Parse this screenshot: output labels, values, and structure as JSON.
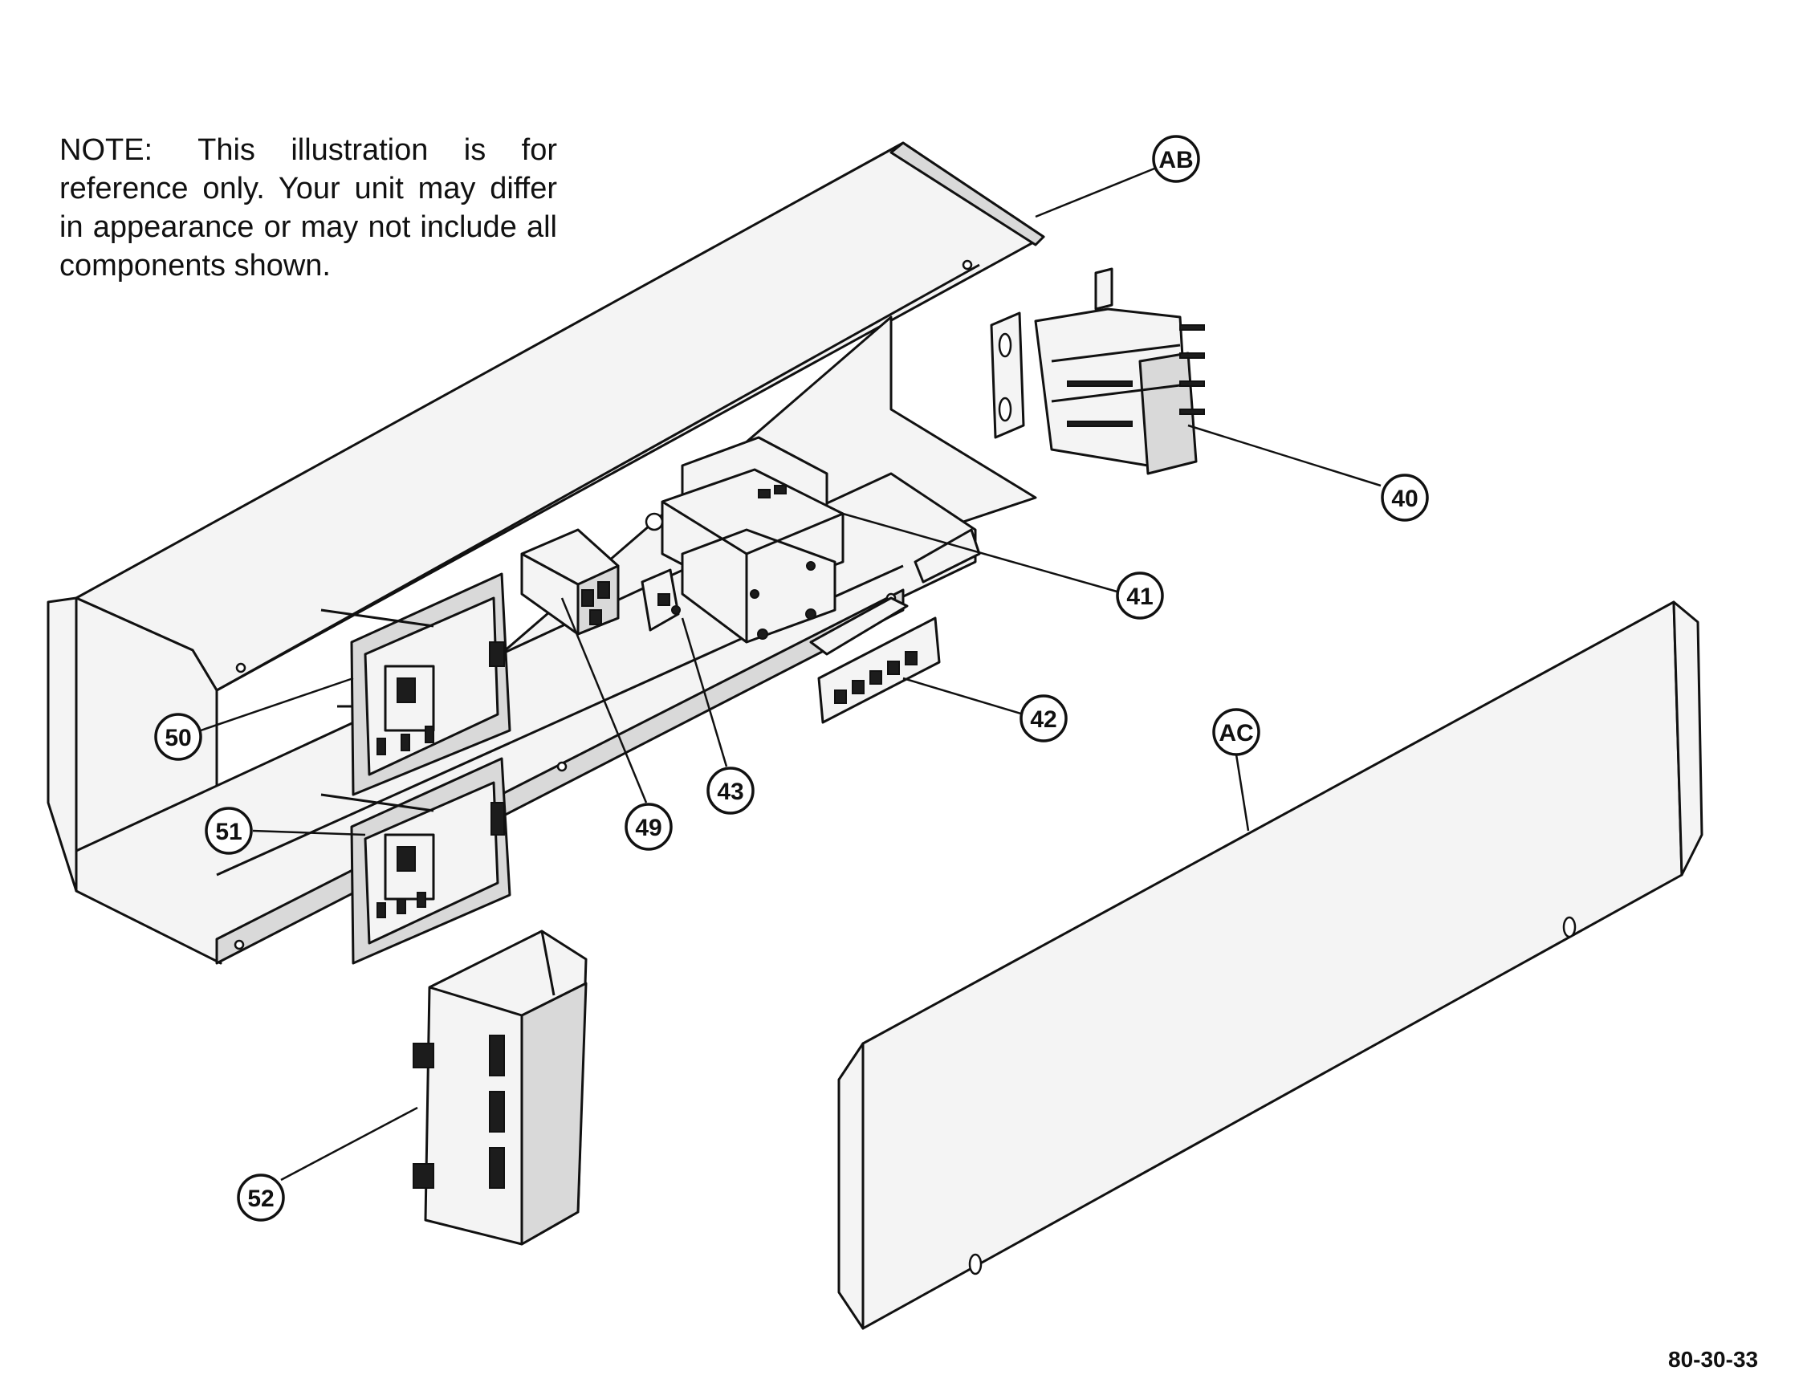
{
  "note": {
    "label": "NOTE:",
    "text": "This illustration is for reference only. Your unit may differ in appearance or may not include all components shown."
  },
  "callouts": {
    "AB": "AB",
    "AC": "AC",
    "p40": "40",
    "p41": "41",
    "p42": "42",
    "p43": "43",
    "p49": "49",
    "p50": "50",
    "p51": "51",
    "p52": "52"
  },
  "figure_number": "80-30-33"
}
